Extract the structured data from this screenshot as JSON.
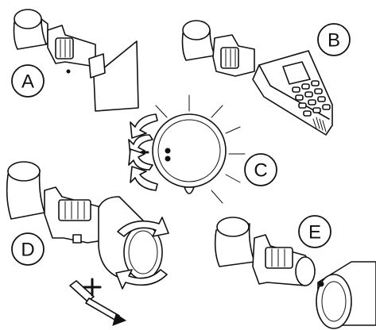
{
  "panels": [
    {
      "id": "A",
      "label": "A"
    },
    {
      "id": "B",
      "label": "B"
    },
    {
      "id": "C",
      "label": "C"
    },
    {
      "id": "D",
      "label": "D"
    },
    {
      "id": "E",
      "label": "E"
    }
  ]
}
